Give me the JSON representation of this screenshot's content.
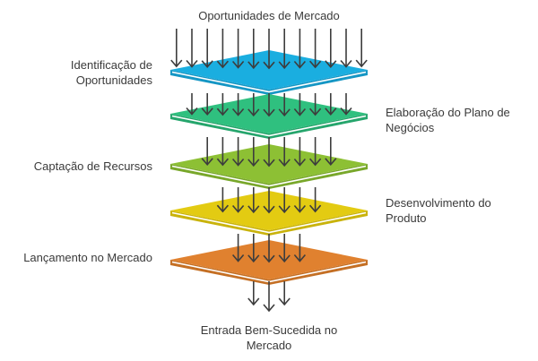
{
  "title": "Oportunidades de Mercado",
  "result": "Entrada Bem-Sucedida no Mercado",
  "arrow_color": "#3d3d3d",
  "layers": [
    {
      "label": "Identificação de Oportunidades",
      "side": "left",
      "color": "#1aaee0",
      "edge": "#1596c4",
      "arrows_above": 13
    },
    {
      "label": "Elaboração do Plano de Negócios",
      "side": "right",
      "color": "#2fc07f",
      "edge": "#25a56c",
      "arrows_above": 11
    },
    {
      "label": "Captação de Recursos",
      "side": "left",
      "color": "#8dc034",
      "edge": "#78a72a",
      "arrows_above": 9
    },
    {
      "label": "Desenvolvimento do Produto",
      "side": "right",
      "color": "#e3cb12",
      "edge": "#c9b30c",
      "arrows_above": 7
    },
    {
      "label": "Lançamento no Mercado",
      "side": "left",
      "color": "#e0812f",
      "edge": "#c46f24",
      "arrows_above": 5
    }
  ],
  "arrows_below": 3
}
